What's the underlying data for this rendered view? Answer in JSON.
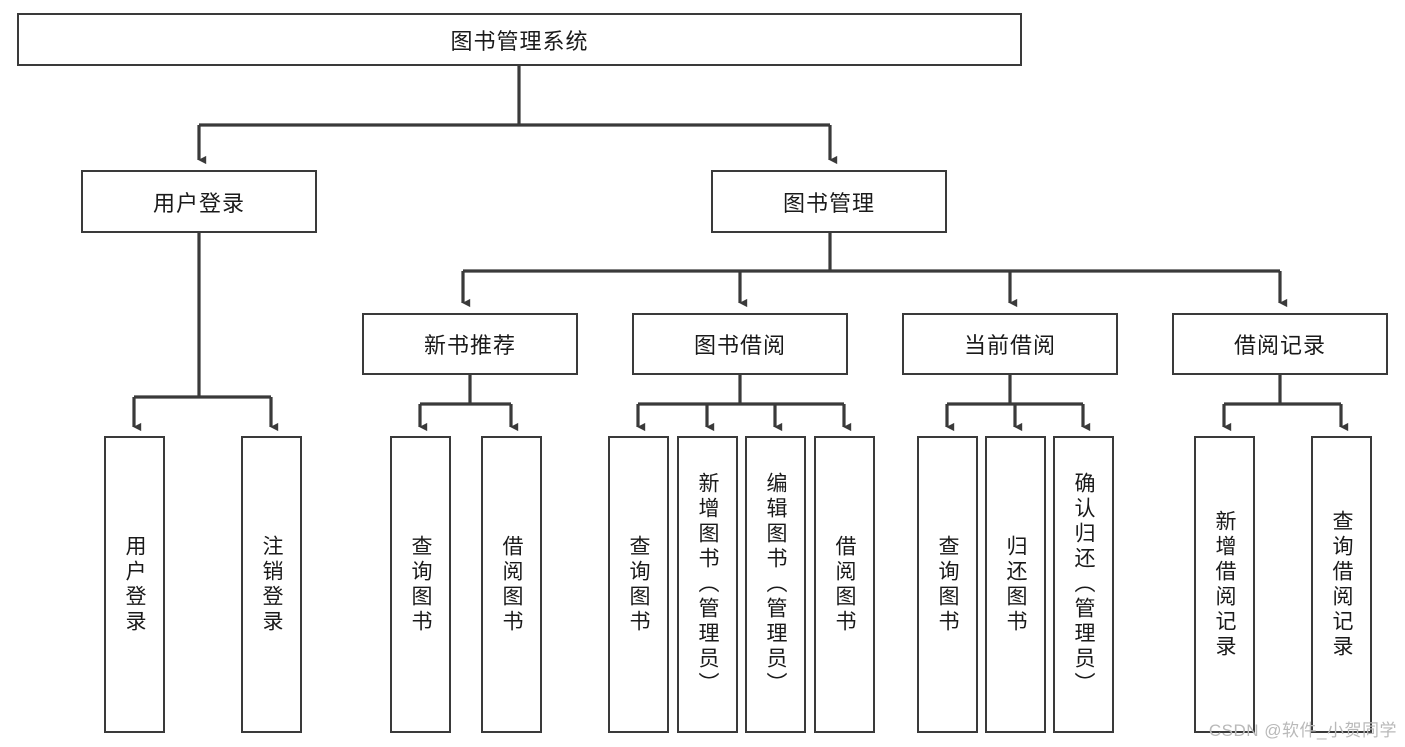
{
  "diagram": {
    "title": "图书管理系统",
    "type": "hierarchy-tree",
    "watermark": "CSDN @软件_小贺同学",
    "colors": {
      "box_border": "#3a3a3a",
      "box_fill": "#ffffff",
      "edge": "#3a3a3a",
      "text": "#1a1a1a",
      "watermark": "#b9b9b9",
      "background": "#ffffff"
    },
    "nodes": {
      "root": {
        "label": "图书管理系统"
      },
      "level2": [
        {
          "id": "user-login",
          "label": "用户登录"
        },
        {
          "id": "book-management",
          "label": "图书管理"
        }
      ],
      "level3": [
        {
          "id": "new-book-recommend",
          "label": "新书推荐"
        },
        {
          "id": "book-borrow",
          "label": "图书借阅"
        },
        {
          "id": "current-borrow",
          "label": "当前借阅"
        },
        {
          "id": "borrow-record",
          "label": "借阅记录"
        }
      ],
      "leaves": {
        "user-login": [
          {
            "id": "leaf-user-login",
            "label": "用户登录"
          },
          {
            "id": "leaf-logout-login",
            "label": "注销登录"
          }
        ],
        "new-book-recommend": [
          {
            "id": "leaf-query-book-1",
            "label": "查询图书"
          },
          {
            "id": "leaf-borrow-book-1",
            "label": "借阅图书"
          }
        ],
        "book-borrow": [
          {
            "id": "leaf-query-book-2",
            "label": "查询图书"
          },
          {
            "id": "leaf-add-book",
            "label": "新增图书（管理员）"
          },
          {
            "id": "leaf-edit-book",
            "label": "编辑图书（管理员）"
          },
          {
            "id": "leaf-borrow-book-2",
            "label": "借阅图书"
          }
        ],
        "current-borrow": [
          {
            "id": "leaf-query-book-3",
            "label": "查询图书"
          },
          {
            "id": "leaf-return-book",
            "label": "归还图书"
          },
          {
            "id": "leaf-confirm-return",
            "label": "确认归还（管理员）"
          }
        ],
        "borrow-record": [
          {
            "id": "leaf-add-record",
            "label": "新增借阅记录"
          },
          {
            "id": "leaf-query-record",
            "label": "查询借阅记录"
          }
        ]
      }
    }
  }
}
